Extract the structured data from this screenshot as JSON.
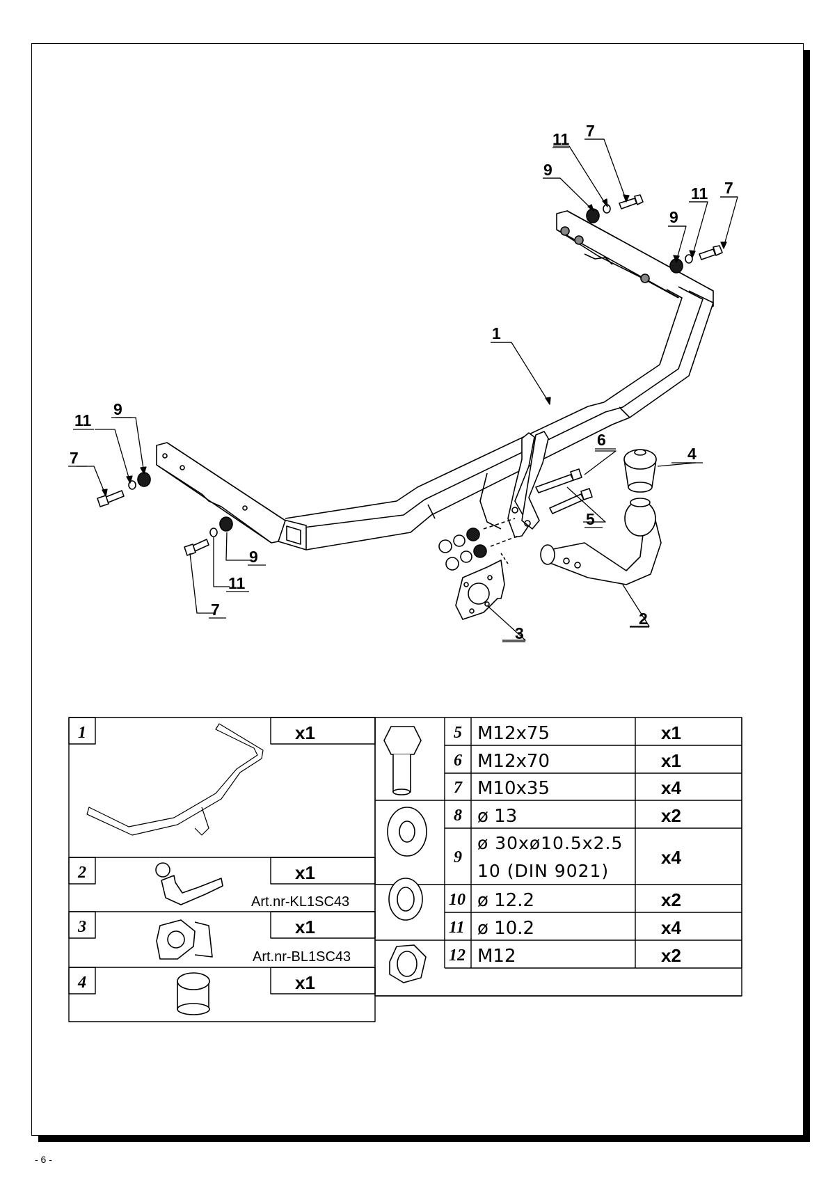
{
  "callouts": {
    "top_right": {
      "label_11": "11",
      "label_7": "7",
      "label_9": "9"
    },
    "right": {
      "label_11": "11",
      "label_7": "7",
      "label_9": "9"
    },
    "center_1": "1",
    "left_top": {
      "label_11": "11",
      "label_9": "9",
      "label_7": "7"
    },
    "left_bottom": {
      "label_9": "9",
      "label_11": "11",
      "label_7": "7"
    },
    "label_6": "6",
    "label_4": "4",
    "label_5": "5",
    "label_2": "2",
    "label_3": "3"
  },
  "parts_table": {
    "left": [
      {
        "num": "1",
        "qty": "x1",
        "art": ""
      },
      {
        "num": "2",
        "qty": "x1",
        "art": "Art.nr-KL1SC43"
      },
      {
        "num": "3",
        "qty": "x1",
        "art": "Art.nr-BL1SC43"
      },
      {
        "num": "4",
        "qty": "x1",
        "art": ""
      }
    ],
    "right": [
      {
        "num": "5",
        "spec": "M12x75",
        "qty": "x1"
      },
      {
        "num": "6",
        "spec": "M12x70",
        "qty": "x1"
      },
      {
        "num": "7",
        "spec": "M10x35",
        "qty": "x4"
      },
      {
        "num": "8",
        "spec": "ø 13",
        "qty": "x2"
      },
      {
        "num": "9",
        "spec": "ø 30xø10.5x2.5",
        "spec2": "10  (DIN 9021)",
        "qty": "x4"
      },
      {
        "num": "10",
        "spec": "ø 12.2",
        "qty": "x2"
      },
      {
        "num": "11",
        "spec": "ø 10.2",
        "qty": "x4"
      },
      {
        "num": "12",
        "spec": "M12",
        "qty": "x2"
      }
    ]
  },
  "page_number": "- 6 -",
  "colors": {
    "line": "#000000",
    "paper": "#ffffff",
    "fill_light": "#f2f2f2",
    "fill_dark": "#1a1a1a"
  }
}
